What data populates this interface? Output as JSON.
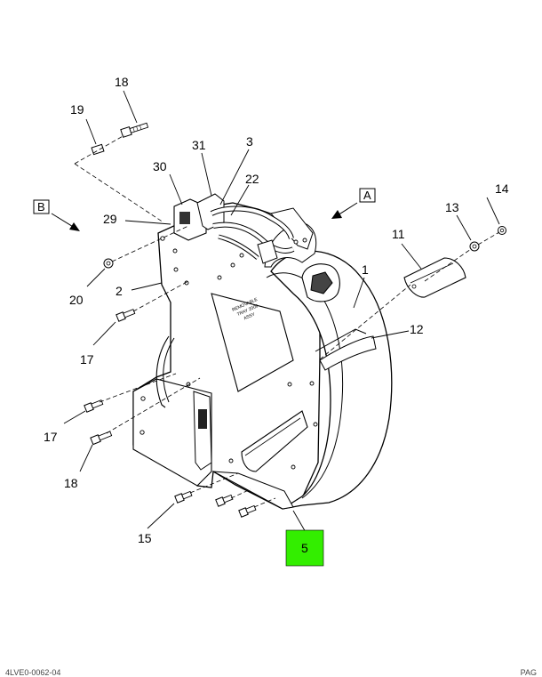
{
  "callouts": {
    "c18_top": "18",
    "c19": "19",
    "c31": "31",
    "c3": "3",
    "c30": "30",
    "c22": "22",
    "c29": "29",
    "c_B": "B",
    "c_A": "A",
    "c14": "14",
    "c13": "13",
    "c11": "11",
    "c1": "1",
    "c12": "12",
    "c20": "20",
    "c2": "2",
    "c17_mid": "17",
    "c17_low": "17",
    "c18_low": "18",
    "c15": "15",
    "c5": "5"
  },
  "decals": {
    "line1": "REMOVABLE",
    "line2": "TRAY 2009",
    "line3": "ASSY"
  },
  "footer": {
    "left": "4LVE0-0062-04",
    "right": "PAG"
  },
  "colors": {
    "highlight": "#33ee00",
    "line": "#000000"
  }
}
